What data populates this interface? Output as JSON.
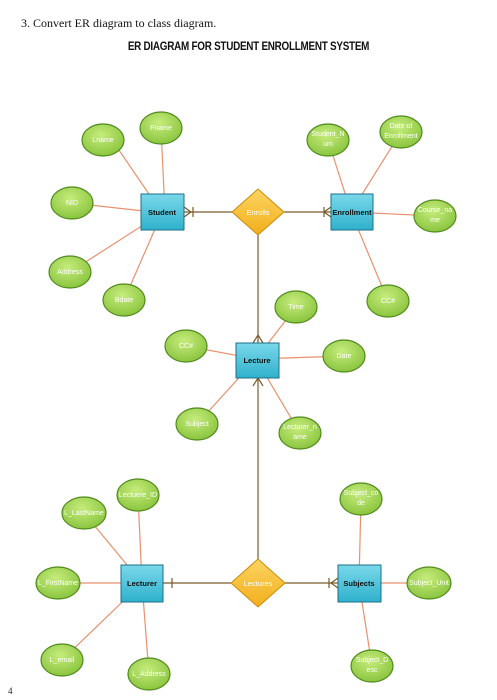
{
  "header": {
    "question": "3. Convert  ER diagram to class diagram.",
    "title": "ER DIAGRAM FOR STUDENT ENROLLMENT SYSTEM"
  },
  "page_number": "4",
  "colors": {
    "entity_fill": "#3fc1d8",
    "entity_stroke": "#1e6f8a",
    "attribute_fill": "#a6dc52",
    "attribute_stroke": "#4f8a1c",
    "relationship_fill": "#f7c23a",
    "relationship_stroke": "#c88d10",
    "attribute_line": "#e8906e",
    "relationship_line": "#7a5a2a"
  },
  "diagram": {
    "entities": {
      "student": "Student",
      "enrollment": "Enrollment",
      "lecture": "Lecture",
      "lecturer": "Lecturer",
      "subjects": "Subjects"
    },
    "relationships": {
      "enrolls": "Enrolls",
      "lectures": "Lectures"
    },
    "attributes": {
      "student_fname": "Fname",
      "student_lname": "Lname",
      "student_nid": "NID",
      "student_address": "Address",
      "student_bdate": "Bdate",
      "enrollment_student_num": [
        "Student_N",
        "um"
      ],
      "enrollment_date": [
        "Date of",
        "Enrollment"
      ],
      "enrollment_course_name": [
        "Course_na",
        "me"
      ],
      "enrollment_cc": "CC#",
      "lecture_time": "Time",
      "lecture_cc": "CC#",
      "lecture_date": "Date",
      "lecture_subject": "Subject",
      "lecture_lecturer_name": [
        "Lecturer_n",
        "ame"
      ],
      "lecturer_id": "Lectuere_ID",
      "lecturer_lastname": "L_LastName",
      "lecturer_firstname": "L_FirstName",
      "lecturer_email": "L_email",
      "lecturer_address": "L_Address",
      "subjects_code": [
        "Subject_co",
        "de"
      ],
      "subjects_unit": "Subject_Unit",
      "subjects_desc": [
        "Subject_D",
        "esc"
      ]
    }
  }
}
